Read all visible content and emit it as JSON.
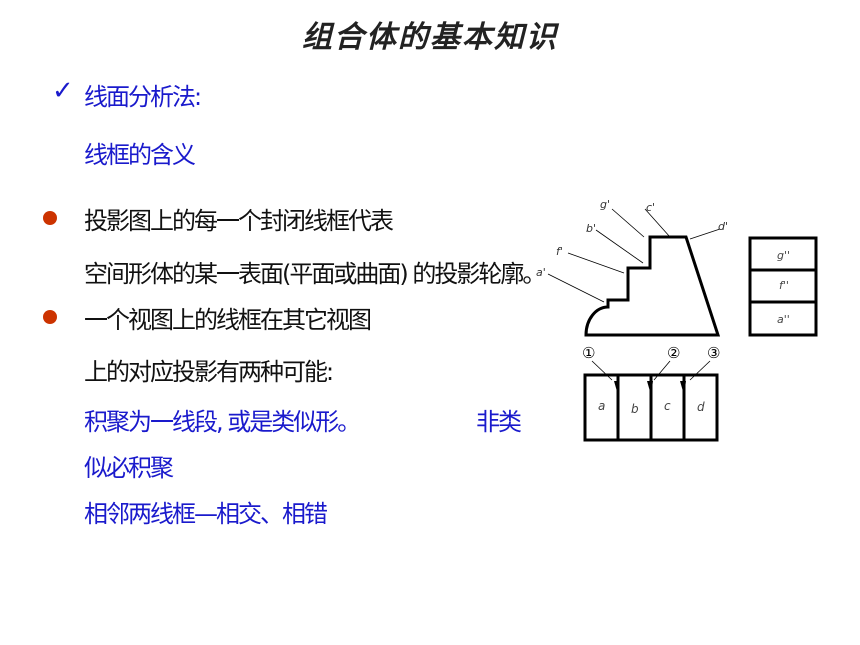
{
  "title": "组合体的基本知识",
  "heading": {
    "check": "✓",
    "label": "线面分析法:"
  },
  "subheading": "线框的含义",
  "bullets": [
    {
      "line1": "投影图上的每一个封闭线框代表",
      "line2": "空间形体的某一表面(平面或曲面) 的投影轮廓。"
    },
    {
      "line1": "一个视图上的线框在其它视图",
      "line2": "上的对应投影有两种可能:"
    }
  ],
  "blue_lines": {
    "line1": "积聚为一线段, 或是类似形。",
    "line1_right": "非类",
    "line2": "似必积聚",
    "line3": "相邻两线框—相交、相错"
  },
  "drawing": {
    "front_labels": {
      "g": "g'",
      "c": "c'",
      "b": "b'",
      "d": "d'",
      "f": "f'",
      "a": "a'"
    },
    "side_labels": {
      "g": "g''",
      "f": "f''",
      "a": "a''"
    },
    "circled": [
      "①",
      "②",
      "③"
    ],
    "top_labels": [
      "a",
      "b",
      "c",
      "d"
    ]
  },
  "colors": {
    "accent_blue": "#1a1acc",
    "bullet_red": "#cc3300"
  }
}
